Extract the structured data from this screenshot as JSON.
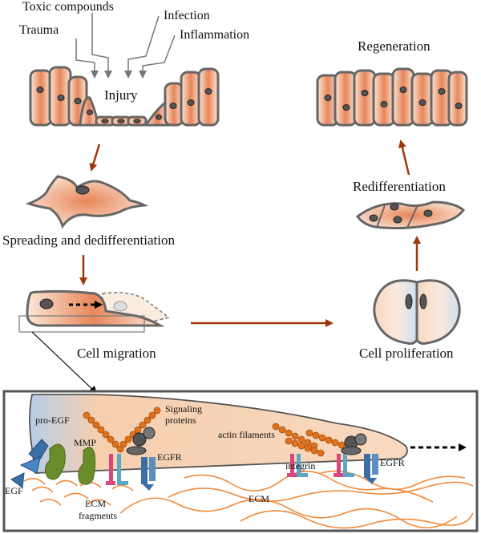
{
  "colors": {
    "cell_core": "#e8865a",
    "cell_edge": "#fbe6d6",
    "outline": "#666666",
    "arrow": "#a0370b",
    "actin": "#e0711d",
    "integrin_pink": "#d8467e",
    "egfr_blue": "#3a6ea5",
    "ecm": "#f08a3a",
    "mmp_green": "#6b8c2a"
  },
  "injury_labels": {
    "toxic": "Toxic compounds",
    "trauma": "Trauma",
    "infection": "Infection",
    "inflammation": "Inflammation",
    "injury": "Injury"
  },
  "stages": {
    "regeneration": "Regeneration",
    "spreading": "Spreading and dedifferentiation",
    "redifferentiation": "Redifferentiation",
    "migration": "Cell migration",
    "proliferation": "Cell proliferation"
  },
  "detail": {
    "pro_egf": "pro-EGF",
    "mmp": "MMP",
    "egf": "EGF",
    "ecm_fragments_1": "ECM",
    "ecm_fragments_2": "fragments",
    "signaling_1": "Signaling",
    "signaling_2": "proteins",
    "egfr_left": "EGFR",
    "actin": "actin filaments",
    "integrin": "integrin",
    "egfr_right": "EGFR",
    "ecm": "ECM"
  }
}
